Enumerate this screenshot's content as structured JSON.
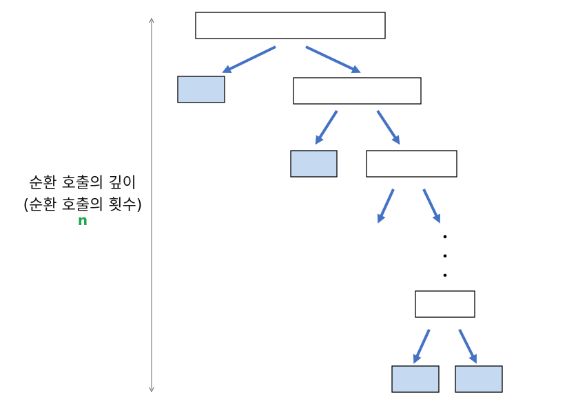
{
  "depth_label": {
    "line1": "순환 호출의 깊이",
    "line2": "(순환 호출의 횟수)",
    "variable": "n"
  },
  "colors": {
    "arrow": "#4472c4",
    "leaf_fill": "#c5d9f1",
    "box_stroke": "#000000",
    "variable": "#1aa84f"
  },
  "ellipsis": "⋮"
}
